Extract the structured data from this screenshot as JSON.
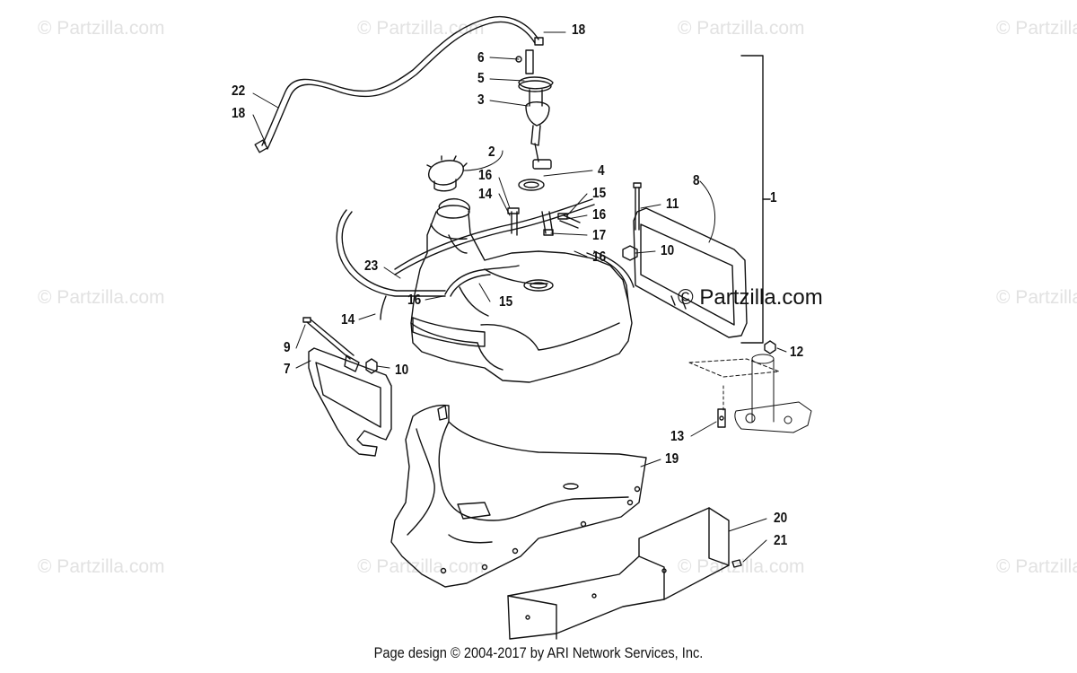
{
  "watermark_text": "© Partzilla.com",
  "watermark_positions_unused": [],
  "callouts": {
    "c1": "1",
    "c2": "2",
    "c3": "3",
    "c4": "4",
    "c5": "5",
    "c6": "6",
    "c7": "7",
    "c8": "8",
    "c9": "9",
    "c10a": "10",
    "c10b": "10",
    "c11": "11",
    "c12": "12",
    "c13": "13",
    "c14a": "14",
    "c14b": "14",
    "c15a": "15",
    "c15b": "15",
    "c16a": "16",
    "c16b": "16",
    "c16c": "16",
    "c16d": "16",
    "c17": "17",
    "c18a": "18",
    "c18b": "18",
    "c19": "19",
    "c20": "20",
    "c21": "21",
    "c22": "22",
    "c23": "23"
  },
  "footer": "Page design © 2004-2017 by ARI Network Services, Inc."
}
